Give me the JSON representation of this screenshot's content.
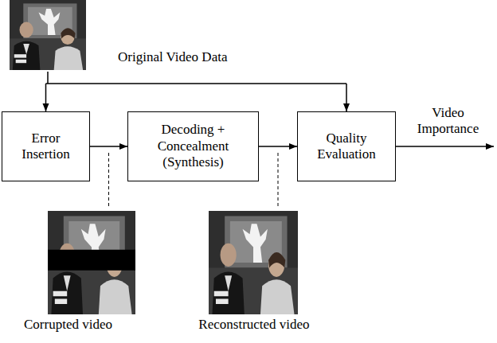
{
  "diagram": {
    "nodes": [
      {
        "text": [
          "Error Insertion"
        ]
      },
      {
        "text": [
          "Decoding + Concealment (Synthesis)"
        ]
      },
      {
        "text": [
          "Quality Evaluation"
        ]
      }
    ],
    "edges": [
      {
        "from": 0,
        "to": 1,
        "arrow": "to"
      },
      {
        "from": 1,
        "to": 2,
        "arrow": "to"
      }
    ],
    "labels": [
      "Original Video Data",
      "Video Importance",
      "Corrupted video",
      "Reconstructed video"
    ]
  }
}
